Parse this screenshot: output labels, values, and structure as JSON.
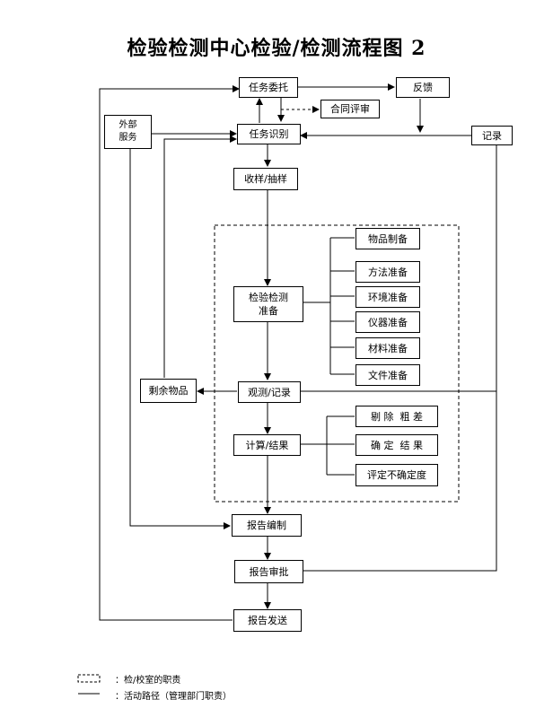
{
  "title": "检验检测中心检验/检测流程图 2",
  "boxes": {
    "task_commission": "任务委托",
    "feedback": "反馈",
    "contract_review": "合同评审",
    "external_service_1": "外部",
    "external_service_2": "服务",
    "task_identify": "任务识别",
    "record_right": "记录",
    "sampling": "收样/抽样",
    "item_prep": "物品制备",
    "method_prep": "方法准备",
    "env_prep": "环境准备",
    "test_prep_1": "检验检测",
    "test_prep_2": "准备",
    "instrument_prep": "仪器准备",
    "material_prep": "材料准备",
    "document_prep": "文件准备",
    "remaining_items": "剩余物品",
    "observe_record": "观测/记录",
    "eliminate_gross": "剔 除  粗 差",
    "calc_result": "计算/结果",
    "determine_result": "确 定  结 果",
    "uncertainty": "评定不确定度",
    "report_compile": "报告编制",
    "report_review": "报告审批",
    "report_send": "报告发送"
  },
  "legend": {
    "dashed_label": "：检/校室的职责",
    "solid_label": "：活动路径（管理部门职责）"
  }
}
